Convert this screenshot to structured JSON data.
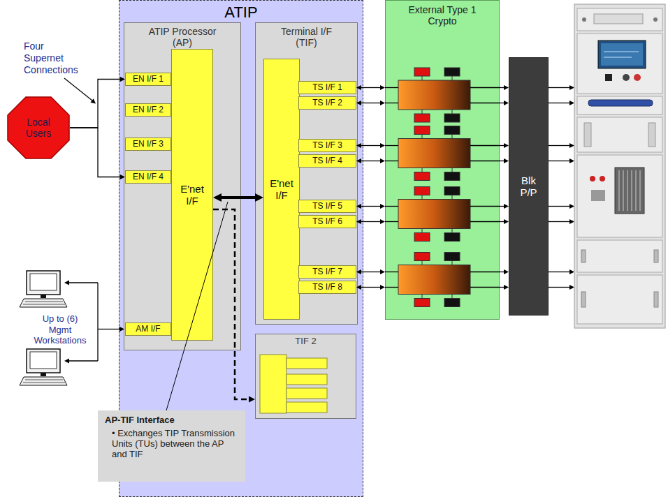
{
  "diagram": {
    "nodes": [
      {
        "text": [
          "ATIP"
        ]
      },
      {
        "text": [
          "ATIP Processor (AP)"
        ],
        "in": 0
      },
      {
        "text": [
          "EN I/F 1"
        ],
        "in": 1
      },
      {
        "text": [
          "EN I/F 2"
        ],
        "in": 1
      },
      {
        "text": [
          "EN I/F 3"
        ],
        "in": 1
      },
      {
        "text": [
          "EN I/F 4"
        ],
        "in": 1
      },
      {
        "text": [
          "E'net I/F"
        ],
        "in": 1
      },
      {
        "text": [
          "AM I/F"
        ],
        "in": 1
      },
      {
        "text": [
          "Terminal I/F (TIF)"
        ],
        "in": 0
      },
      {
        "text": [
          "E'net I/F"
        ],
        "in": 8
      },
      {
        "text": [
          "TS I/F 1"
        ],
        "in": 8
      },
      {
        "text": [
          "TS I/F 2"
        ],
        "in": 8
      },
      {
        "text": [
          "TS I/F 3"
        ],
        "in": 8
      },
      {
        "text": [
          "TS I/F 4"
        ],
        "in": 8
      },
      {
        "text": [
          "TS I/F 5"
        ],
        "in": 8
      },
      {
        "text": [
          "TS I/F 6"
        ],
        "in": 8
      },
      {
        "text": [
          "TS I/F 7"
        ],
        "in": 8
      },
      {
        "text": [
          "TS I/F 8"
        ],
        "in": 8
      },
      {
        "text": [
          "TIF 2"
        ],
        "in": 0
      },
      {
        "text": [
          "AP-TIF Interface",
          "• Exchanges TIP Transmission Units (TUs) between the AP and TIF"
        ],
        "in": 0
      },
      {
        "text": [
          "External Type 1 Crypto"
        ]
      },
      {
        "text": [
          "Blk P/P"
        ]
      },
      {
        "text": [
          "Local Users"
        ]
      }
    ],
    "edges": [
      {
        "from": 22,
        "to": 2,
        "arrow": "to"
      },
      {
        "from": 22,
        "to": 5,
        "arrow": "to"
      },
      {
        "from": 6,
        "to": 9,
        "arrow": "both"
      },
      {
        "from": 6,
        "to": 18,
        "arrow": "to"
      },
      {
        "from": 10,
        "to": 20,
        "arrow": "both"
      },
      {
        "from": 11,
        "to": 20,
        "arrow": "both"
      },
      {
        "from": 12,
        "to": 20,
        "arrow": "both"
      },
      {
        "from": 13,
        "to": 20,
        "arrow": "both"
      },
      {
        "from": 14,
        "to": 20,
        "arrow": "both"
      },
      {
        "from": 15,
        "to": 20,
        "arrow": "both"
      },
      {
        "from": 16,
        "to": 20,
        "arrow": "both"
      },
      {
        "from": 17,
        "to": 20,
        "arrow": "both"
      },
      {
        "from": 20,
        "to": 21,
        "arrow": "to"
      },
      {
        "from": 20,
        "to": 21,
        "arrow": "to"
      },
      {
        "from": 20,
        "to": 21,
        "arrow": "to"
      },
      {
        "from": 20,
        "to": 21,
        "arrow": "to"
      },
      {
        "from": 20,
        "to": 21,
        "arrow": "to"
      },
      {
        "from": 20,
        "to": 21,
        "arrow": "to"
      },
      {
        "from": 20,
        "to": 21,
        "arrow": "to"
      },
      {
        "from": 20,
        "to": 21,
        "arrow": "to"
      }
    ],
    "labels": [
      "Four Supernet Connections",
      "Up to (6) Mgmt Workstations"
    ]
  }
}
